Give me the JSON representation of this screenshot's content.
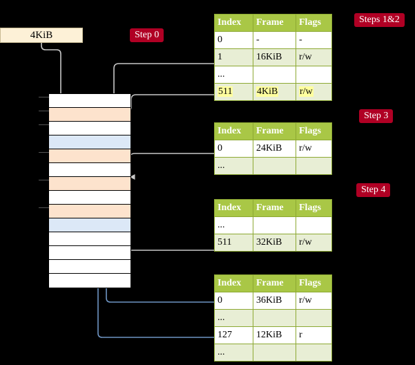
{
  "diagram": {
    "title_box": {
      "label": "4KiB"
    },
    "badges": [
      {
        "name": "step-0",
        "label": "Step 0"
      },
      {
        "name": "steps-1-2",
        "label": "Steps 1&2"
      },
      {
        "name": "step-3",
        "label": "Step 3"
      },
      {
        "name": "step-4",
        "label": "Step 4"
      }
    ],
    "memory_column": {
      "rows": [
        {
          "color": "white"
        },
        {
          "color": "orange"
        },
        {
          "color": "white"
        },
        {
          "color": "blue"
        },
        {
          "color": "orange"
        },
        {
          "color": "white"
        },
        {
          "color": "orange"
        },
        {
          "color": "white"
        },
        {
          "color": "orange"
        },
        {
          "color": "blue"
        },
        {
          "color": "white"
        },
        {
          "color": "white"
        },
        {
          "color": "white"
        },
        {
          "color": "white"
        }
      ]
    },
    "tables": [
      {
        "name": "page-table-level-4",
        "headers": [
          "Index",
          "Frame",
          "Flags"
        ],
        "rows": [
          {
            "style": "plain",
            "cells": [
              "0",
              "-",
              "-"
            ],
            "highlight": []
          },
          {
            "style": "alt",
            "cells": [
              "1",
              "16KiB",
              "r/w"
            ],
            "highlight": []
          },
          {
            "style": "plain",
            "cells": [
              "...",
              "",
              ""
            ],
            "highlight": []
          },
          {
            "style": "alt",
            "cells": [
              "511",
              "4KiB",
              "r/w"
            ],
            "highlight": [
              0,
              1,
              2
            ]
          }
        ]
      },
      {
        "name": "page-table-level-3",
        "headers": [
          "Index",
          "Frame",
          "Flags"
        ],
        "rows": [
          {
            "style": "plain",
            "cells": [
              "0",
              "24KiB",
              "r/w"
            ],
            "highlight": []
          },
          {
            "style": "alt",
            "cells": [
              "...",
              "",
              ""
            ],
            "highlight": []
          }
        ]
      },
      {
        "name": "page-table-level-2",
        "headers": [
          "Index",
          "Frame",
          "Flags"
        ],
        "rows": [
          {
            "style": "plain",
            "cells": [
              "...",
              "",
              ""
            ],
            "highlight": []
          },
          {
            "style": "alt",
            "cells": [
              "511",
              "32KiB",
              "r/w"
            ],
            "highlight": []
          }
        ]
      },
      {
        "name": "page-table-level-1",
        "headers": [
          "Index",
          "Frame",
          "Flags"
        ],
        "rows": [
          {
            "style": "plain",
            "cells": [
              "0",
              "36KiB",
              "r/w"
            ],
            "highlight": []
          },
          {
            "style": "alt",
            "cells": [
              "...",
              "",
              ""
            ],
            "highlight": []
          },
          {
            "style": "plain",
            "cells": [
              "127",
              "12KiB",
              "r"
            ],
            "highlight": []
          },
          {
            "style": "alt",
            "cells": [
              "...",
              "",
              ""
            ],
            "highlight": []
          }
        ]
      }
    ],
    "colors": {
      "badge_background": "#b00024",
      "table_header": "#a9c746",
      "table_alt_row": "#e8eed5",
      "highlight": "#ffff9e",
      "memory_orange": "#fde3cd",
      "memory_blue": "#dce8f7",
      "source_box": "#fdf1d7",
      "arrow_gray": "#c8c8c8",
      "arrow_blue": "#6f95c4"
    }
  }
}
